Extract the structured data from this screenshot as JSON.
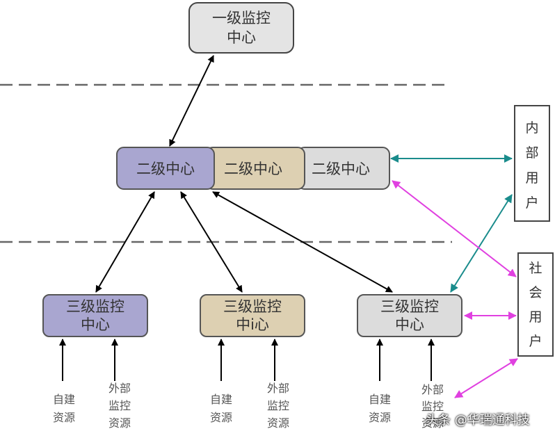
{
  "top_center": {
    "line1": "一级监控",
    "line2": "中心"
  },
  "level2": [
    {
      "label": "二级中心",
      "fill": "#a9a6d0"
    },
    {
      "label": "二级中心",
      "fill": "#ddd0b2"
    },
    {
      "label": "二级中心",
      "fill": "#dcdcdc"
    }
  ],
  "level3": [
    {
      "line1": "三级监控",
      "line2": "中心",
      "fill": "#a9a6d0"
    },
    {
      "line1": "三级监控",
      "line2": "中i心",
      "fill": "#ddd0b2"
    },
    {
      "line1": "三级监控",
      "line2": "中心",
      "fill": "#dcdcdc"
    }
  ],
  "internal_users": [
    "内",
    "部",
    "用",
    "户"
  ],
  "public_users": [
    "社",
    "会",
    "用",
    "户"
  ],
  "sources": [
    {
      "line1": "自建",
      "line2": "资源"
    },
    {
      "line1": "外部",
      "line2": "监控",
      "line3": "资源"
    },
    {
      "line1": "自建",
      "line2": "资源"
    },
    {
      "line1": "外部",
      "line2": "监控",
      "line3": "资源"
    },
    {
      "line1": "自建",
      "line2": "资源"
    },
    {
      "line1": "外部",
      "line2": "监控",
      "line3": "资源"
    }
  ],
  "watermark": "头条 @华瑞通科技",
  "colors": {
    "black_arrow": "#000000",
    "teal_arrow": "#1a8c8c",
    "magenta_arrow": "#e040e0",
    "dash": "#666666"
  }
}
